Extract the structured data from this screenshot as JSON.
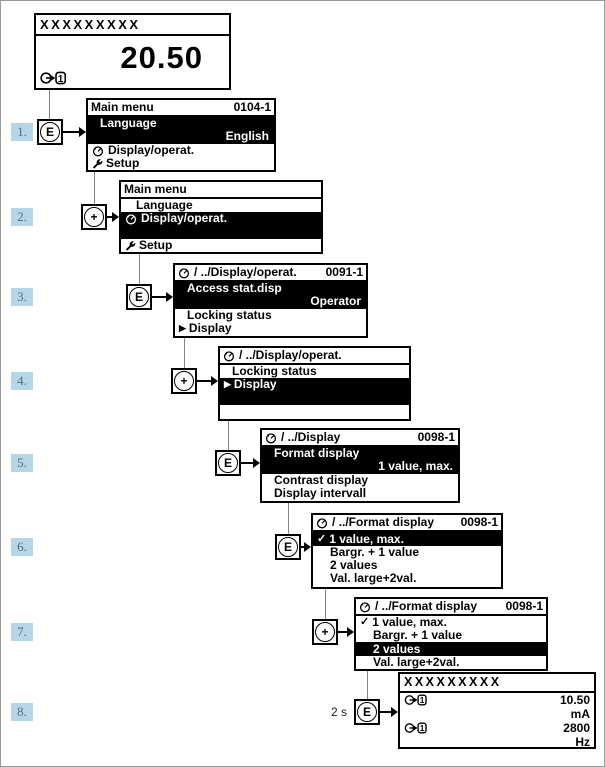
{
  "colors": {
    "badge_bg": "#b5d6e7",
    "badge_text": "#5d6d79",
    "highlight_bg": "#000000",
    "highlight_text": "#ffffff"
  },
  "icons": {
    "check": "✓",
    "submenu_arrow": "▶"
  },
  "steps": [
    {
      "n": "1.",
      "key": "E"
    },
    {
      "n": "2.",
      "key": "+"
    },
    {
      "n": "3.",
      "key": "E"
    },
    {
      "n": "4.",
      "key": "+"
    },
    {
      "n": "5.",
      "key": "E"
    },
    {
      "n": "6.",
      "key": "E"
    },
    {
      "n": "7.",
      "key": "+"
    },
    {
      "n": "8.",
      "key": "E",
      "delay": "2 s"
    }
  ],
  "displays": {
    "start": {
      "title": "XXXXXXXXX",
      "value": "20.50",
      "channel": "1"
    },
    "s1": {
      "title": "Main menu",
      "code": "0104-1",
      "param": "Language",
      "value": "English",
      "item2": "Display/operat.",
      "item3": "Setup"
    },
    "s2": {
      "title": "Main menu",
      "item1": "Language",
      "selected": "Display/operat.",
      "item3": "Setup"
    },
    "s3": {
      "path": "/ ../Display/operat.",
      "code": "0091-1",
      "param": "Access stat.disp",
      "value": "Operator",
      "item2": "Locking status",
      "item3": "Display"
    },
    "s4": {
      "path": "/ ../Display/operat.",
      "item1": "Locking status",
      "selected": "Display"
    },
    "s5": {
      "path": "/ ../Display",
      "code": "0098-1",
      "param": "Format display",
      "value": "1 value,  max.",
      "item2": "Contrast display",
      "item3": "Display intervall"
    },
    "s6": {
      "path": "/ ../Format display",
      "code": "0098-1",
      "selected": "1 value, max.",
      "item2": "Bargr. + 1 value",
      "item3": "2 values",
      "item4": "Val. large+2val."
    },
    "s7": {
      "path": "/ ../Format display",
      "code": "0098-1",
      "item1": "1 value, max.",
      "item2": "Bargr. + 1 value",
      "selected": "2 values",
      "item4": "Val. large+2val."
    },
    "s8": {
      "title": "XXXXXXXXX",
      "rows": [
        {
          "channel": "1",
          "value": "10.50",
          "unit": "mA"
        },
        {
          "channel": "1",
          "value": "2800",
          "unit": "Hz"
        }
      ]
    }
  }
}
